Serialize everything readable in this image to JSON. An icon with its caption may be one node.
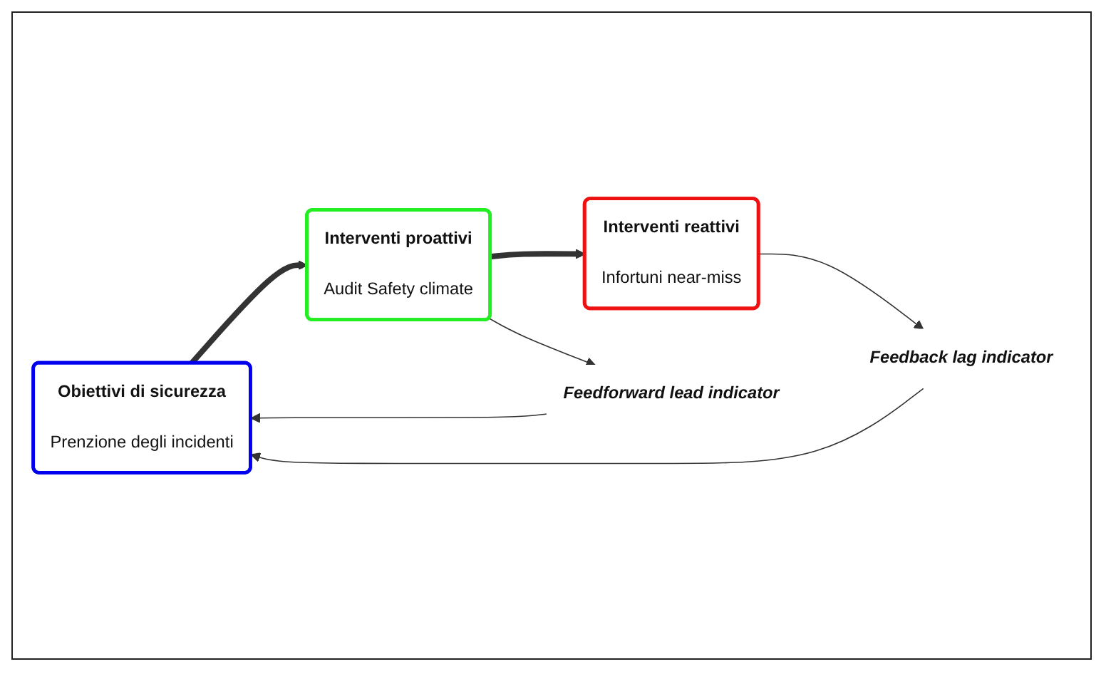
{
  "diagram": {
    "nodes": [
      {
        "text": [
          "Obiettivi di sicurezza",
          "Prenzione degli incidenti"
        ]
      },
      {
        "text": [
          "Interventi proattivi",
          "Audit Safety climate"
        ]
      },
      {
        "text": [
          "Interventi reattivi",
          "Infortuni near-miss"
        ]
      },
      {
        "text": [
          "Feedback lag indicator"
        ]
      },
      {
        "text": [
          "Feedforward lead indicator"
        ]
      }
    ],
    "edges": [
      {
        "from": 0,
        "to": 1,
        "arrow": "to",
        "style": "thick"
      },
      {
        "from": 1,
        "to": 2,
        "arrow": "to",
        "style": "thick"
      },
      {
        "from": 2,
        "to": 3,
        "arrow": "to"
      },
      {
        "from": 3,
        "to": 0,
        "arrow": "to"
      },
      {
        "from": 1,
        "to": 4,
        "arrow": "to"
      },
      {
        "from": 4,
        "to": 0,
        "arrow": "to"
      }
    ]
  }
}
